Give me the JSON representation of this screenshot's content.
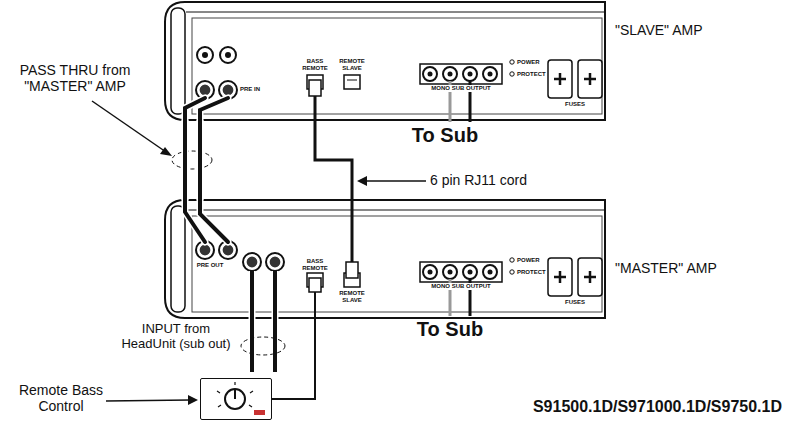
{
  "diagram": {
    "nodes": [
      {
        "text": [
          "\"SLAVE\" AMP"
        ]
      },
      {
        "text": [
          "\"MASTER\" AMP"
        ]
      },
      {
        "text": [
          "Remote Bass Control"
        ]
      }
    ],
    "edges": [
      {
        "from": 1,
        "to": 0,
        "arrow": "none"
      },
      {
        "from": 1,
        "to": 0,
        "arrow": "none"
      },
      {
        "from": 2,
        "to": 1,
        "arrow": "none"
      }
    ],
    "labels": [
      "PASS THRU from \"MASTER\" AMP",
      "BASS REMOTE",
      "REMOTE SLAVE",
      "PRE IN",
      "MONO SUB OUTPUT",
      "POWER",
      "PROTECT",
      "FUSES",
      "To Sub",
      "6 pin RJ11 cord",
      "BASS REMOTE",
      "REMOTE SLAVE",
      "PRE OUT",
      "MONO SUB OUTPUT",
      "POWER",
      "PROTECT",
      "FUSES",
      "To Sub",
      "INPUT from HeadUnit (sub out)",
      "S91500.1D/S971000.1D/S9750.1D"
    ]
  }
}
